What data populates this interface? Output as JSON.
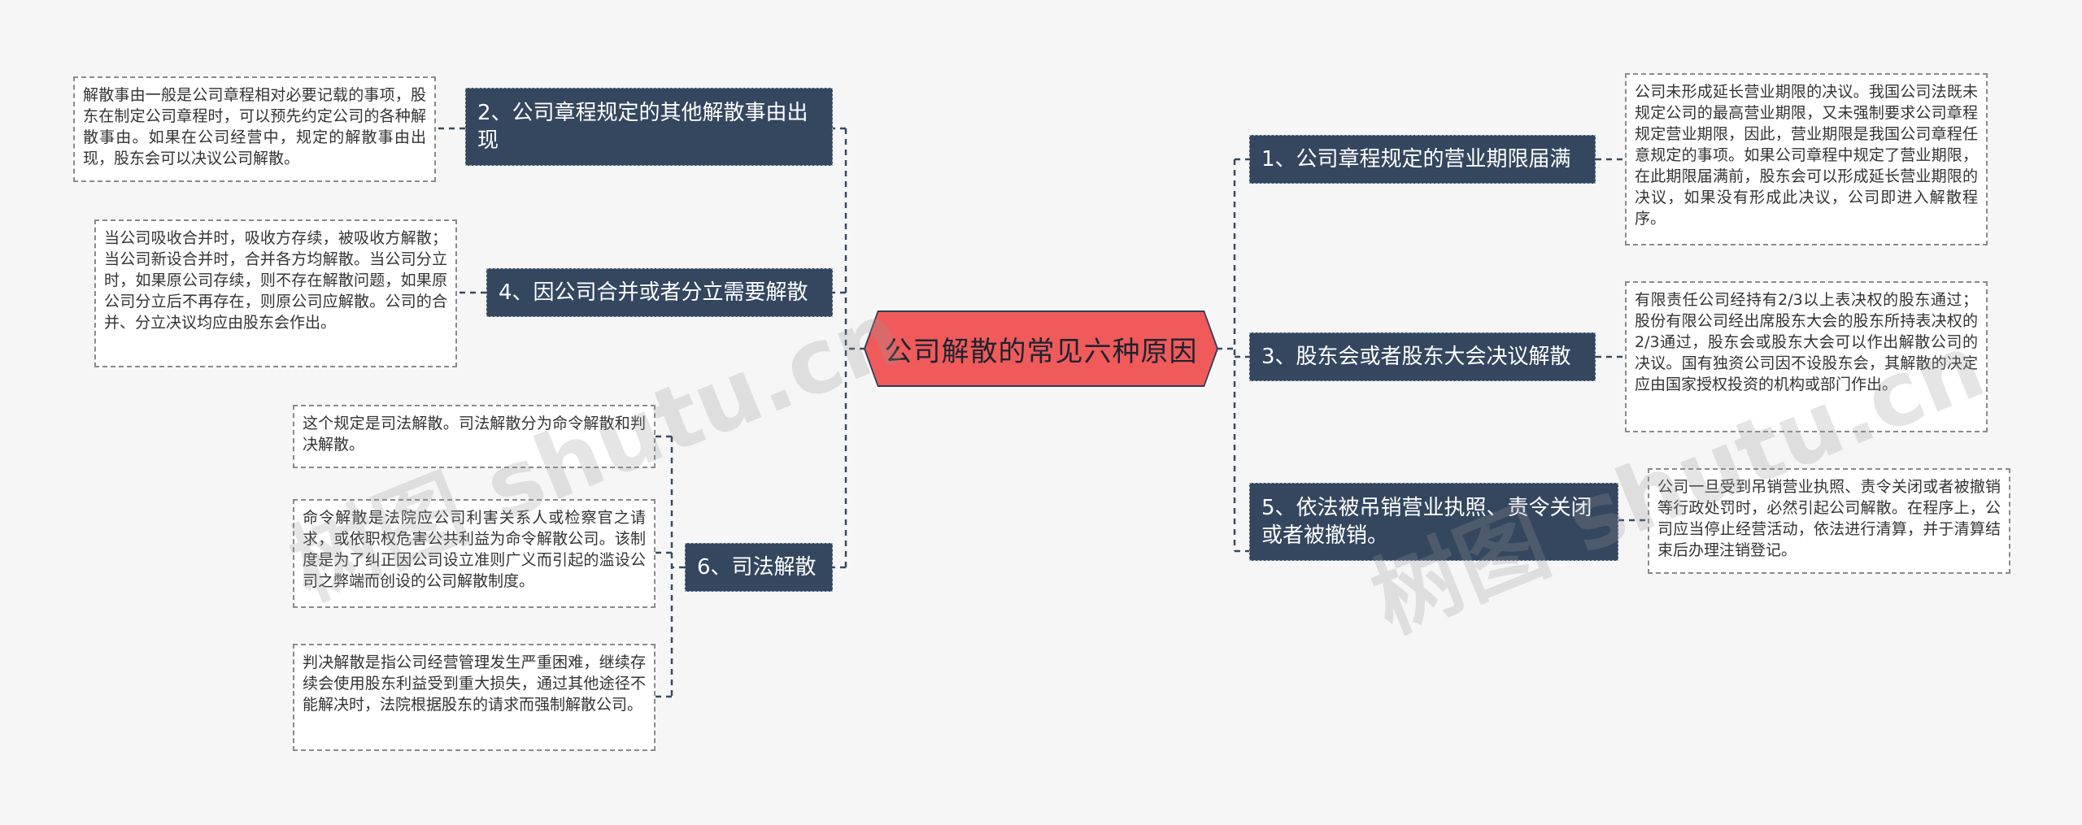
{
  "root": {
    "label": "公司解散的常见六种原因"
  },
  "branches": [
    {
      "id": "b1",
      "label": "1、公司章程规定的营业期限届满",
      "detail": "公司未形成延长营业期限的决议。我国公司法既未规定公司的最高营业期限，又未强制要求公司章程规定营业期限，因此，营业期限是我国公司章程任意规定的事项。如果公司章程中规定了营业期限，在此期限届满前，股东会可以形成延长营业期限的决议，如果没有形成此决议，公司即进入解散程序。"
    },
    {
      "id": "b2",
      "label": "2、公司章程规定的其他解散事由出现",
      "detail": "解散事由一般是公司章程相对必要记载的事项，股东在制定公司章程时，可以预先约定公司的各种解散事由。如果在公司经营中，规定的解散事由出现，股东会可以决议公司解散。"
    },
    {
      "id": "b3",
      "label": "3、股东会或者股东大会决议解散",
      "detail": "有限责任公司经持有2/3以上表决权的股东通过；股份有限公司经出席股东大会的股东所持表决权的2/3通过，股东会或股东大会可以作出解散公司的决议。国有独资公司因不设股东会，其解散的决定应由国家授权投资的机构或部门作出。"
    },
    {
      "id": "b4",
      "label": "4、因公司合并或者分立需要解散",
      "detail": "当公司吸收合并时，吸收方存续，被吸收方解散；当公司新设合并时，合并各方均解散。当公司分立时，如果原公司存续，则不存在解散问题，如果原公司分立后不再存在，则原公司应解散。公司的合并、分立决议均应由股东会作出。"
    },
    {
      "id": "b5",
      "label": "5、依法被吊销营业执照、责令关闭或者被撤销。",
      "detail": "公司一旦受到吊销营业执照、责令关闭或者被撤销等行政处罚时，必然引起公司解散。在程序上，公司应当停止经营活动，依法进行清算，并于清算结束后办理注销登记。"
    },
    {
      "id": "b6",
      "label": "6、司法解散",
      "details": [
        "这个规定是司法解散。司法解散分为命令解散和判决解散。",
        "命令解散是法院应公司利害关系人或检察官之请求，或依职权危害公共利益为命令解散公司。该制度是为了纠正因公司设立准则广义而引起的滥设公司之弊端而创设的公司解散制度。",
        "判决解散是指公司经营管理发生严重困难，继续存续会使用股东利益受到重大损失，通过其他途径不能解决时，法院根据股东的请求而强制解散公司。"
      ]
    }
  ],
  "watermarks": [
    "树图 shutu.cn",
    "树图 shutu.cn"
  ],
  "colors": {
    "root_fill": "#f05a5a",
    "branch_fill": "#34475f",
    "leaf_fill": "#ffffff",
    "line": "#3a4a5c",
    "background": "#f6f6f6"
  }
}
